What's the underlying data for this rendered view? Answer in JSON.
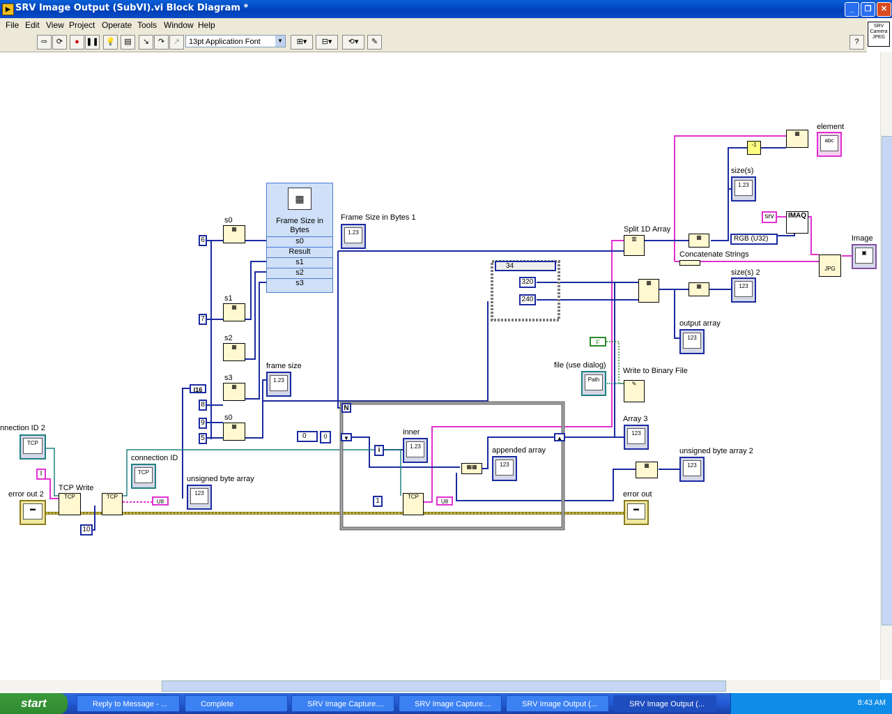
{
  "window": {
    "title": "SRV Image Output (SubVI).vi Block Diagram *",
    "app_icon": "labview-vi-icon"
  },
  "menu": [
    "File",
    "Edit",
    "View",
    "Project",
    "Operate",
    "Tools",
    "Window",
    "Help"
  ],
  "toolbar": {
    "font": "13pt Application Font",
    "help": "?"
  },
  "vi_icon": {
    "line1": "SRV",
    "line2": "Camera",
    "line3": "JPEG"
  },
  "diagram": {
    "labels": {
      "connection_id_2": "nnection ID 2",
      "error_out_2": "error out 2",
      "tcp_write": "TCP Write",
      "connection_id": "connection ID",
      "unsigned_byte_array": "unsigned byte array",
      "s0_top": "s0",
      "s1": "s1",
      "s2": "s2",
      "s3": "s3",
      "s0_bottom": "s0",
      "frame_size": "frame size",
      "frame_size_bytes_1": "Frame Size in Bytes 1",
      "inner": "inner",
      "appended_array": "appended array",
      "split_1d_array": "Split 1D Array",
      "concat_strings": "Concatenate Strings",
      "size_s": "size(s)",
      "size_s_2": "size(s) 2",
      "output_array": "output array",
      "element": "element",
      "image": "Image",
      "file_dialog": "file (use dialog)",
      "write_binary": "Write to Binary File",
      "array_3": "Array 3",
      "unsigned_byte_array_2": "unsigned byte array 2",
      "error_out": "error out"
    },
    "expr_node": {
      "title": "Frame Size in Bytes",
      "rows": [
        "s0",
        "Result",
        "s1",
        "s2",
        "s3"
      ]
    },
    "constants": {
      "c6": "6",
      "c7": "7",
      "c8": "8",
      "c9": "9",
      "c5": "5",
      "c10": "10",
      "i16": "I16",
      "c320": "320",
      "c240": "240",
      "case_sel": "34",
      "zero": "0",
      "c1": "1",
      "iter": "i",
      "loopN": "N",
      "srv": "srv",
      "rgb": "RGB (U32)",
      "one_minus": "-1",
      "tf": "F",
      "num0b": "0",
      "imaq": "IMAQ",
      "jpg": "JPG",
      "u8": "U8",
      "path": "Path",
      "abc": "abc",
      "num123": "1.23",
      "arr123": "123"
    }
  },
  "taskbar": {
    "start": "start",
    "tasks": [
      "Reply to Message - ...",
      "Complete",
      "SRV Image Capture....",
      "SRV Image Capture....",
      "SRV Image Output (...",
      "SRV Image Output (..."
    ],
    "clock": "8:43 AM"
  }
}
